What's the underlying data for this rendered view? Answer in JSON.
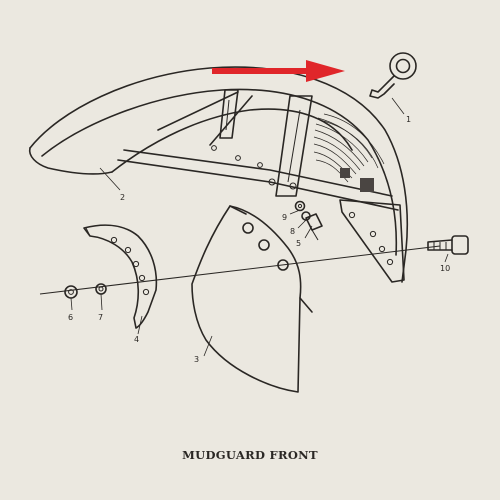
{
  "caption": "MUDGUARD FRONT",
  "callouts": [
    "1",
    "2",
    "3",
    "4",
    "5",
    "6",
    "7",
    "8",
    "9",
    "10"
  ],
  "colors": {
    "paper": "#ebe8e0",
    "ink": "#2a2724",
    "arrow": "#e0262a"
  }
}
